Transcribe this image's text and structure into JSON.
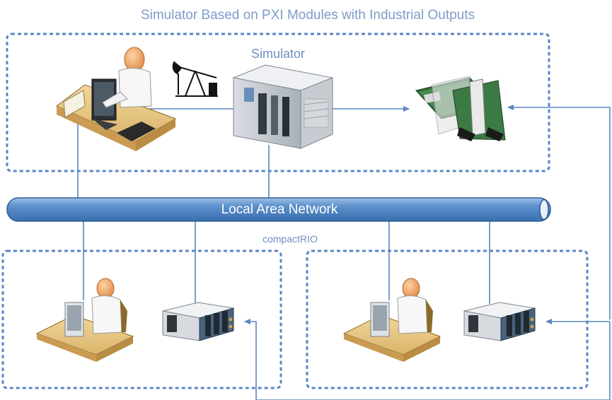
{
  "title": "Simulator Based on PXI Modules with Industrial Outputs",
  "simulator_label": "Simulator",
  "network_label": "Local Area Network",
  "compactrio_label": "compactRIO",
  "colors": {
    "title": "#7f9cc9",
    "dashed_border": "#5b86c4",
    "connector": "#5a86c0",
    "network_fill": "#4f86c6",
    "network_stroke": "#2e5f96"
  }
}
